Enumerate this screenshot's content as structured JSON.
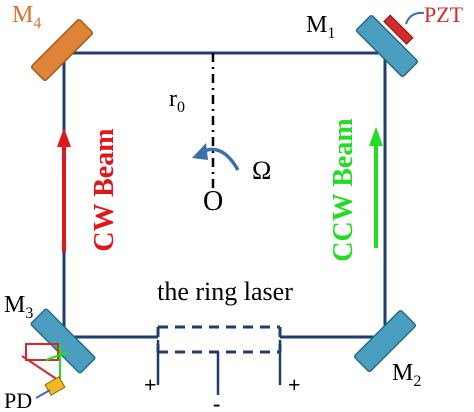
{
  "mirrors": {
    "m1": {
      "label": "M",
      "sub": "1",
      "color": "#4a9fc0"
    },
    "m2": {
      "label": "M",
      "sub": "2",
      "color": "#4a9fc0"
    },
    "m3": {
      "label": "M",
      "sub": "3",
      "color": "#4a9fc0"
    },
    "m4": {
      "label": "M",
      "sub": "4",
      "color": "#e0843a",
      "label_color": "#e07030"
    }
  },
  "pzt": {
    "label": "PZT",
    "color": "#d42a2a"
  },
  "cw_beam": {
    "label": "CW Beam",
    "color": "#e0161a"
  },
  "ccw_beam": {
    "label": "CCW Beam",
    "color": "#22dd22"
  },
  "radius": {
    "label": "r",
    "sub": "0"
  },
  "rotation": {
    "label": "Ω"
  },
  "center": {
    "label": "O"
  },
  "ring_laser": {
    "label": "the ring laser"
  },
  "electrodes": {
    "plus_left": "+",
    "plus_right": "+",
    "minus": "-"
  },
  "detector": {
    "label": "PD"
  },
  "colors": {
    "frame": "#1f3d6d",
    "rotation_arrow": "#3a6fb0"
  }
}
